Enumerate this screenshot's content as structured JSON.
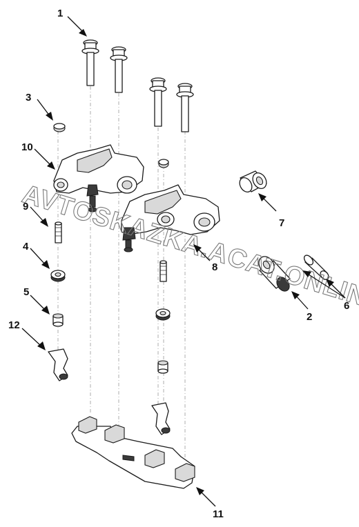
{
  "watermark": "AVTOSKAZKA.ACAT.ONLINE",
  "callouts": {
    "c1": "1",
    "c2": "2",
    "c3": "3",
    "c4": "4",
    "c5": "5",
    "c6": "6",
    "c7": "7",
    "c8": "8",
    "c9": "9",
    "c10": "10",
    "c11": "11",
    "c12": "12"
  }
}
